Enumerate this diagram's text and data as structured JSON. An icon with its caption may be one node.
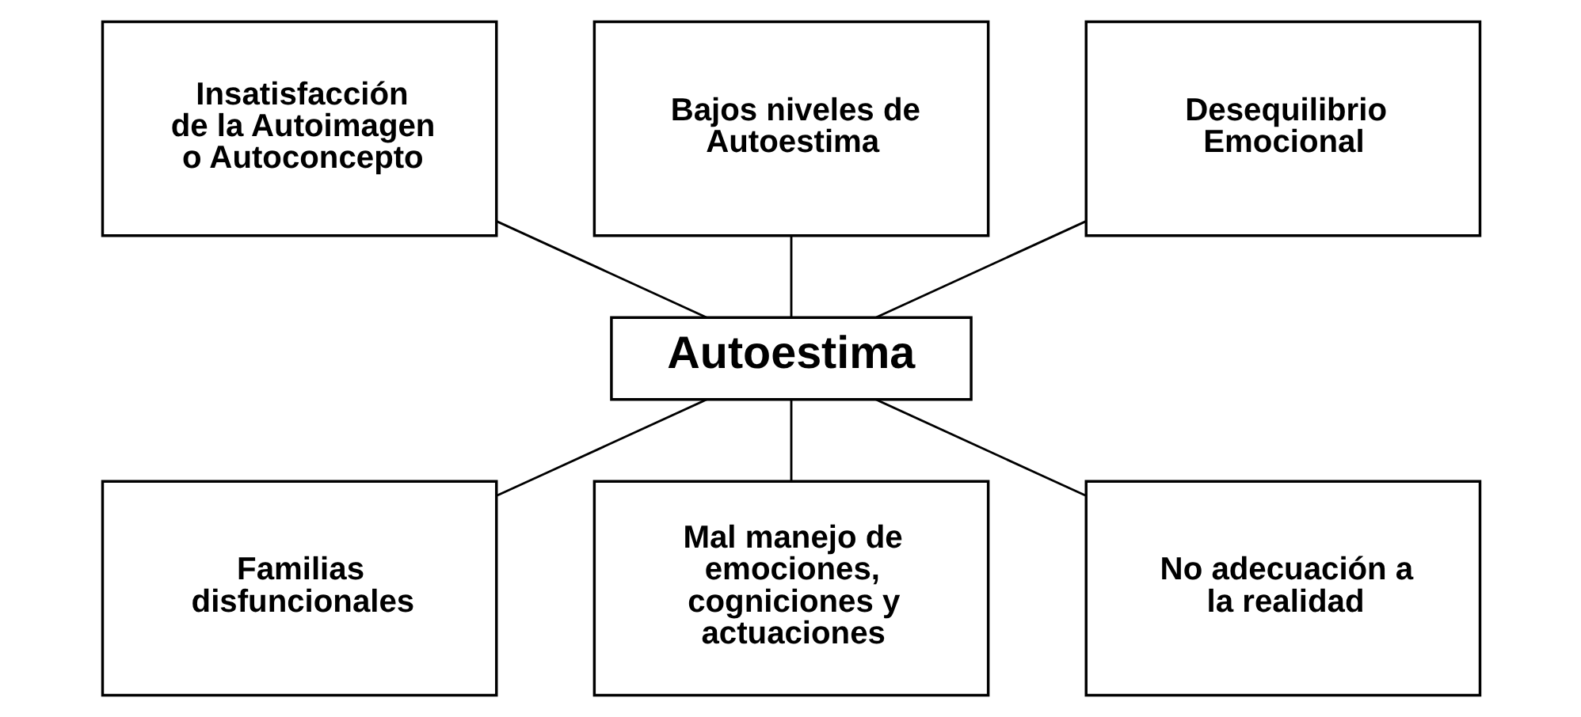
{
  "diagram": {
    "nodes": [
      {
        "text": [
          "Insatisfacción de la Autoimagen o Autoconcepto"
        ]
      },
      {
        "text": [
          "Bajos niveles de Autoestima"
        ]
      },
      {
        "text": [
          "Desequilibrio Emocional"
        ]
      },
      {
        "text": [
          "Autoestima"
        ]
      },
      {
        "text": [
          "Familias disfuncionales"
        ]
      },
      {
        "text": [
          "Mal manejo de emociones, cogniciones y actuaciones"
        ]
      },
      {
        "text": [
          "No adecuación a la realidad"
        ]
      }
    ],
    "edges": [
      {
        "from": 0,
        "to": 3,
        "arrow": "none"
      },
      {
        "from": 1,
        "to": 3,
        "arrow": "none"
      },
      {
        "from": 2,
        "to": 3,
        "arrow": "none"
      },
      {
        "from": 3,
        "to": 4,
        "arrow": "none"
      },
      {
        "from": 3,
        "to": 5,
        "arrow": "none"
      },
      {
        "from": 3,
        "to": 6,
        "arrow": "none"
      }
    ]
  }
}
